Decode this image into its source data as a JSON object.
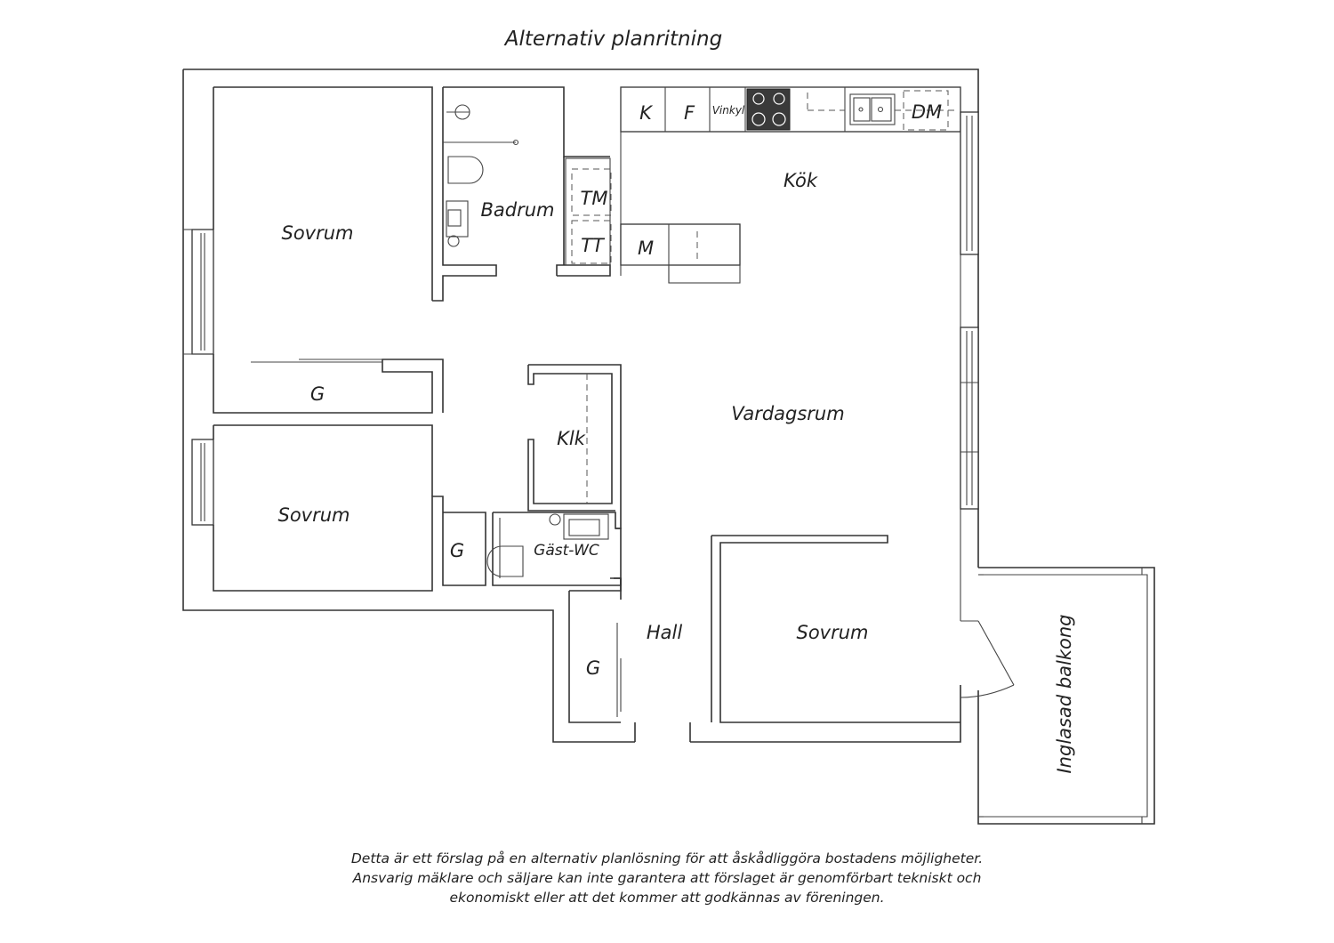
{
  "title": "Alternativ planritning",
  "rooms": {
    "sovrum_1": "Sovrum",
    "sovrum_2": "Sovrum",
    "sovrum_3": "Sovrum",
    "badrum": "Badrum",
    "kok": "Kök",
    "vardagsrum": "Vardagsrum",
    "klk": "Klk",
    "gast_wc": "Gäst-WC",
    "hall": "Hall",
    "balkong": "Inglasad balkong"
  },
  "storage": {
    "g1": "G",
    "g2": "G",
    "g3": "G"
  },
  "appliances": {
    "tm": "TM",
    "tt": "TT",
    "k": "K",
    "f": "F",
    "vinkyl": "Vinkyl",
    "dm": "DM",
    "m": "M"
  },
  "disclaimer": [
    "Detta är ett förslag på en alternativ planlösning för att åskådliggöra bostadens möjligheter.",
    "Ansvarig mäklare och säljare kan inte garantera att förslaget är genomförbart tekniskt och",
    "ekonomiskt eller att det kommer att godkännas av föreningen."
  ]
}
